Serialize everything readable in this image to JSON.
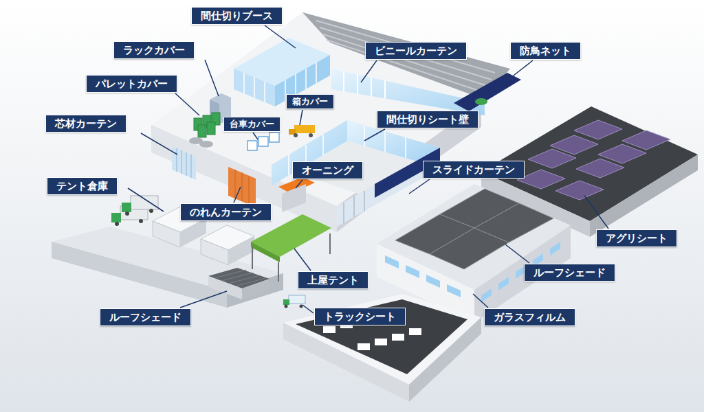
{
  "diagram": {
    "nodes": [
      {
        "text": [
          "間仕切りブース"
        ]
      },
      {
        "text": [
          "ラックカバー"
        ]
      },
      {
        "text": [
          "ビニールカーテン"
        ]
      },
      {
        "text": [
          "防鳥ネット"
        ]
      },
      {
        "text": [
          "パレットカバー"
        ]
      },
      {
        "text": [
          "箱カバー"
        ]
      },
      {
        "text": [
          "間仕切りシート壁"
        ]
      },
      {
        "text": [
          "芯材カーテン"
        ]
      },
      {
        "text": [
          "台車カバー"
        ]
      },
      {
        "text": [
          "オーニング"
        ]
      },
      {
        "text": [
          "スライドカーテン"
        ]
      },
      {
        "text": [
          "テント倉庫"
        ]
      },
      {
        "text": [
          "のれんカーテン"
        ]
      },
      {
        "text": [
          "アグリシート"
        ]
      },
      {
        "text": [
          "ルーフシェード"
        ]
      },
      {
        "text": [
          "上屋テント"
        ]
      },
      {
        "text": [
          "ルーフシェード"
        ]
      },
      {
        "text": [
          "トラックシート"
        ]
      },
      {
        "text": [
          "ガラスフィルム"
        ]
      }
    ]
  }
}
